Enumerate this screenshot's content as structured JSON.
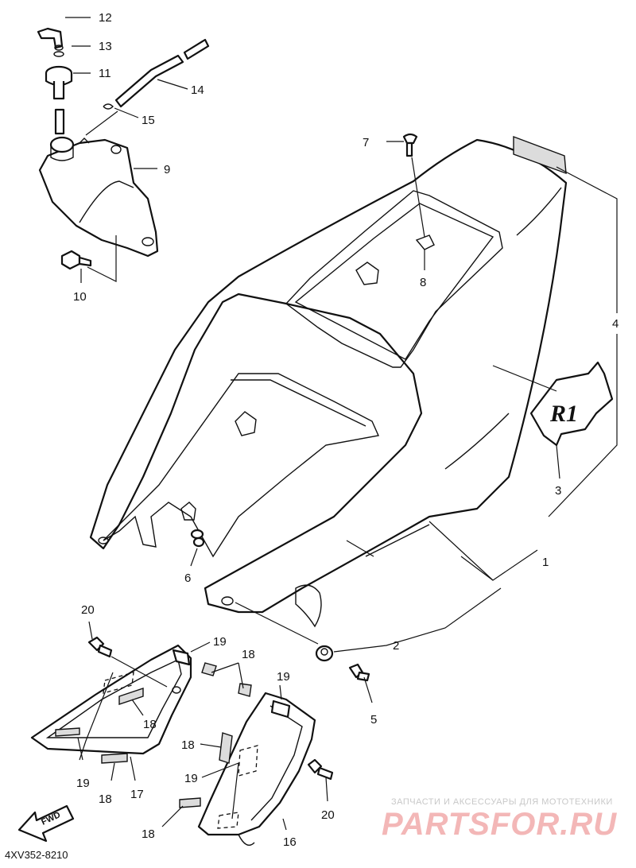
{
  "diagram_code": "4XV352-8210",
  "fwd_label": "FWD",
  "watermark": {
    "line1": "ЗАПЧАСТИ И АКСЕССУАРЫ ДЛЯ МОТОТЕХНИКИ",
    "brand": "PARTSFOR.RU"
  },
  "callouts": {
    "c1": "1",
    "c2": "2",
    "c3": "3",
    "c4": "4",
    "c5": "5",
    "c6": "6",
    "c7": "7",
    "c8": "8",
    "c9": "9",
    "c10": "10",
    "c11": "11",
    "c12": "12",
    "c13": "13",
    "c14": "14",
    "c15": "15",
    "c16": "16",
    "c17": "17",
    "c18a": "18",
    "c18b": "18",
    "c18c": "18",
    "c18d": "18",
    "c18e": "18",
    "c19a": "19",
    "c19b": "19",
    "c19c": "19",
    "c19d": "19",
    "c20a": "20",
    "c20b": "20"
  },
  "decal_text": "R1"
}
